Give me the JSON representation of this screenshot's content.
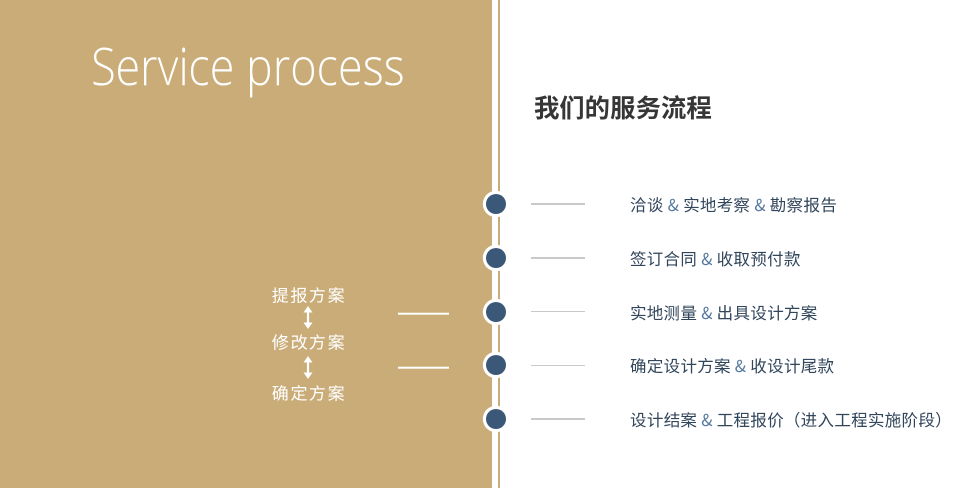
{
  "slide": {
    "title_en": "Service process",
    "heading_cn": "我们的服务流程"
  },
  "steps": [
    "洽谈 & 实地考察 & 勘察报告",
    "签订合同 & 收取预付款",
    "实地测量 & 出具设计方案",
    "确定设计方案 & 收设计尾款",
    "设计结案 & 工程报价（进入工程实施阶段）"
  ],
  "flow": {
    "items": [
      "提报方案",
      "修改方案",
      "确定方案"
    ],
    "arrow_icon": "up-down-arrow"
  },
  "colors": {
    "gold": "#C9AC78",
    "navy": "#3C5878",
    "heading_text": "#363636",
    "step_text": "#31455B",
    "ampersand": "#567AA0",
    "tick_gray": "#C9C9C9",
    "panel_text": "#FFFFFF"
  }
}
